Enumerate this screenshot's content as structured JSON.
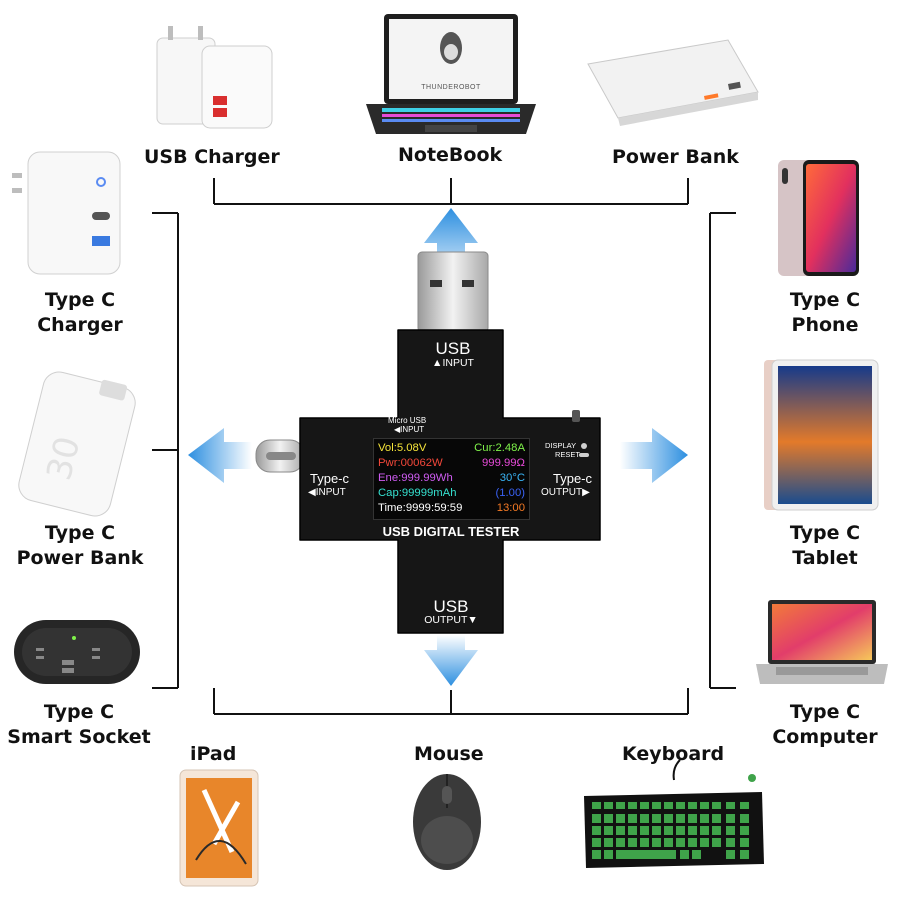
{
  "labels": {
    "usb_charger": [
      "USB Charger"
    ],
    "notebook": [
      "NoteBook"
    ],
    "power_bank": [
      "Power Bank"
    ],
    "type_c_charger": [
      "Type C",
      "Charger"
    ],
    "type_c_power_bank": [
      "Type C",
      "Power Bank"
    ],
    "type_c_smart_socket": [
      "Type C",
      "Smart Socket"
    ],
    "type_c_phone": [
      "Type C",
      "Phone"
    ],
    "type_c_tablet": [
      "Type C",
      "Tablet"
    ],
    "type_c_computer": [
      "Type C",
      "Computer"
    ],
    "ipad": [
      "iPad"
    ],
    "mouse": [
      "Mouse"
    ],
    "keyboard": [
      "Keyboard"
    ]
  },
  "device": {
    "usb_top": "USB",
    "usb_top_sub": "▲INPUT",
    "micro_usb": "Micro USB",
    "micro_usb_sub": "◀INPUT",
    "typec_left": "Type-c",
    "typec_left_sub": "◀INPUT",
    "display_label": "DISPLAY",
    "reset_label": "RESET",
    "typec_right": "Type-c",
    "typec_right_sub": "OUTPUT▶",
    "name": "USB DIGITAL TESTER",
    "usb_bottom": "USB",
    "usb_bottom_sub": "OUTPUT▼",
    "laptop_brand": "THUNDEROBOT",
    "powerbank_capacity": "30"
  },
  "screen": {
    "vol": "Vol:5.08V",
    "cur": "Cur:2.48A",
    "pwr": "Pwr:00062W",
    "res": "999.99Ω",
    "ene": "Ene:999.99Wh",
    "temp": "30°C",
    "cap": "Cap:99999mAh",
    "group": "(1.00)",
    "time": "Time:9999:59:59",
    "clock": "13:00"
  },
  "colors": {
    "vol": "#f5e43a",
    "cur": "#7ff24a",
    "pwr": "#f2473a",
    "res": "#e64bd8",
    "ene": "#cf5cf2",
    "temp": "#3ab4f5",
    "cap": "#35e0cf",
    "group": "#3a62f5",
    "time": "#ffffff",
    "clock": "#f57a25",
    "arrow": "#2d8fe0",
    "device": "#161616"
  }
}
